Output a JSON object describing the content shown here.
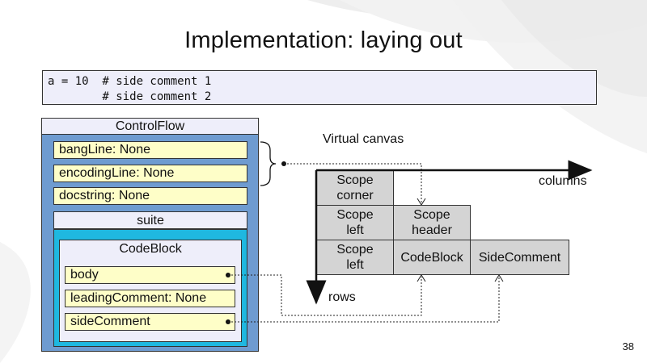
{
  "slide": {
    "title": "Implementation: laying out",
    "page_number": "38"
  },
  "code": {
    "lines": [
      "a = 10  # side comment 1",
      "        # side comment 2"
    ]
  },
  "controlflow": {
    "header": "ControlFlow",
    "fields": [
      "bangLine: None",
      "encodingLine: None",
      "docstring: None"
    ],
    "suite": {
      "header": "suite",
      "codeblock": {
        "header": "CodeBlock",
        "fields": [
          "body",
          "leadingComment: None",
          "sideComment"
        ]
      }
    }
  },
  "canvas": {
    "title": "Virtual canvas",
    "columns_label": "columns",
    "rows_label": "rows",
    "cells": {
      "scope_corner": [
        "Scope",
        "corner"
      ],
      "scope_left_1": [
        "Scope",
        "left"
      ],
      "scope_header": [
        "Scope",
        "header"
      ],
      "scope_left_2": [
        "Scope",
        "left"
      ],
      "codeblock": "CodeBlock",
      "sidecomment": "SideComment"
    }
  }
}
